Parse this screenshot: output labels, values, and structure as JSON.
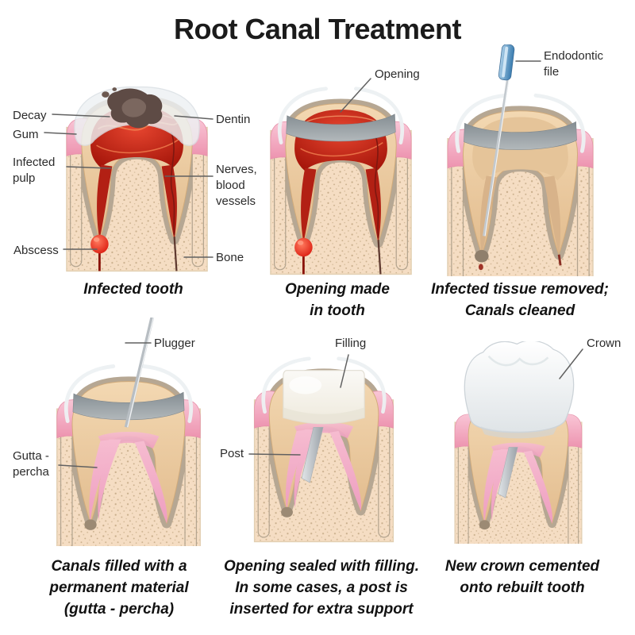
{
  "title": "Root Canal Treatment",
  "panels": [
    {
      "name": "infected-tooth",
      "caption": "Infected tooth"
    },
    {
      "name": "opening-made",
      "caption": "Opening made\nin tooth"
    },
    {
      "name": "tissue-removed",
      "caption": "Infected tissue removed;\nCanals cleaned"
    },
    {
      "name": "canals-filled",
      "caption": "Canals filled with a\npermanent material\n(gutta - percha)"
    },
    {
      "name": "opening-sealed",
      "caption": "Opening sealed with filling.\nIn some cases, a post is\ninserted for extra support"
    },
    {
      "name": "crown-cemented",
      "caption": "New crown cemented\nonto rebuilt tooth"
    }
  ],
  "labels": {
    "decay": "Decay",
    "gum": "Gum",
    "infected_pulp": "Infected\npulp",
    "abscess": "Abscess",
    "dentin": "Dentin",
    "nerves_blood_vessels": "Nerves,\nblood\nvessels",
    "bone": "Bone",
    "opening": "Opening",
    "endodontic_file": "Endodontic\nfile",
    "plugger": "Plugger",
    "gutta_percha": "Gutta -\npercha",
    "filling": "Filling",
    "post": "Post",
    "crown": "Crown"
  },
  "colors": {
    "background": "#ffffff",
    "title_text": "#1b1b1b",
    "label_text": "#2b2b2b",
    "infected_pulp_red": "#c6271b",
    "abscess_red": "#e31f14",
    "gum_pink": "#ee9cb5",
    "bone_peach": "#f5ddc3",
    "socket_gray": "#b6a793",
    "dentin_tan": "#ecca9f",
    "gutta_percha_pink": "#f0a8c4",
    "enamel_white": "#edf1f3",
    "metal_gray": "#c3c9ce",
    "file_handle_blue": "#3a7cb0",
    "filling_cream": "#f7f6f1"
  }
}
